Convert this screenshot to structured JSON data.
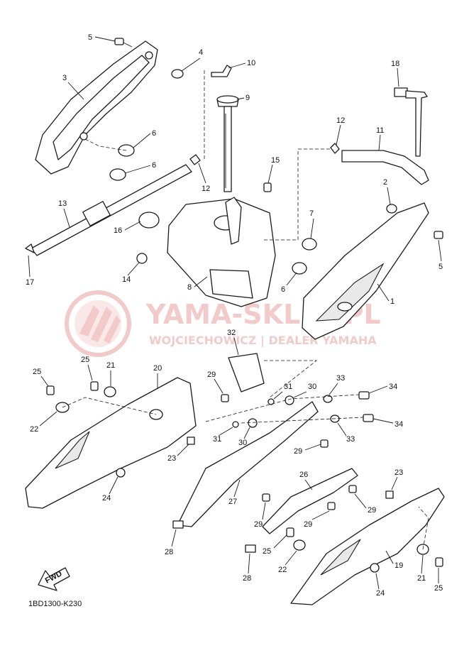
{
  "watermark": {
    "brand": "YAMA-SKLEP.PL",
    "tagline": "WOJCIECHOWICZ | DEALER YAMAHA",
    "color": "#e8a0a0",
    "icon": "yamaha-tuning-fork-logo"
  },
  "diagram_code": "1BD1300-K230",
  "fwd_label": "FWD",
  "callouts": {
    "c1": "1",
    "c2": "2",
    "c3": "3",
    "c4": "4",
    "c5a": "5",
    "c5b": "5",
    "c6a": "6",
    "c6b": "6",
    "c6c": "6",
    "c7": "7",
    "c8": "8",
    "c9": "9",
    "c10": "10",
    "c11": "11",
    "c12a": "12",
    "c12b": "12",
    "c13": "13",
    "c14": "14",
    "c15": "15",
    "c16": "16",
    "c17": "17",
    "c18": "18",
    "c19": "19",
    "c20": "20",
    "c21a": "21",
    "c21b": "21",
    "c22a": "22",
    "c22b": "22",
    "c23a": "23",
    "c23b": "23",
    "c24a": "24",
    "c24b": "24",
    "c25a": "25",
    "c25b": "25",
    "c25c": "25",
    "c25d": "25",
    "c26": "26",
    "c27": "27",
    "c28a": "28",
    "c28b": "28",
    "c29a": "29",
    "c29b": "29",
    "c29c": "29",
    "c29d": "29",
    "c29e": "29",
    "c30a": "30",
    "c30b": "30",
    "c31a": "31",
    "c31b": "31",
    "c32": "32",
    "c33a": "33",
    "c33b": "33",
    "c34a": "34",
    "c34b": "34"
  }
}
